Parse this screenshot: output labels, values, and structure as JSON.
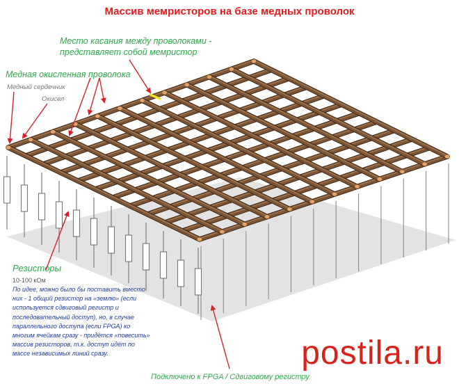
{
  "title": "Массив мемристоров на базе медных проволок",
  "labels": {
    "contact_point": [
      "Место касания между проволоками -",
      "представляет собой мемристор"
    ],
    "copper_wire": "Медная окисленная проволока",
    "copper_core": "Медный сердечник",
    "oxide": "Окисел",
    "resistors": "Резисторы",
    "resistor_value": "10-100 кОм",
    "resistor_note": "По идее, можно было бы поставить вместо них - 1 общий резистор на «землю» (если используется сдвиговый регистр и последовательный доступ), но, в случае параллельного доступа (если FPGA) ко многим ячейкам сразу - придётся «повесить» массив резисторов, т.к. доступ идёт по массе независимых линий сразу.",
    "fpga": "Подключено к FPGA / Сдвиговому регистру"
  },
  "watermark": "postila.ru",
  "colors": {
    "title": "#e8191b",
    "annotation_green": "#2ea84a",
    "annotation_gray": "#777777",
    "note_blue": "#1f3d9b",
    "arrow": "#d6202a",
    "wire_dark": "#4a2f1a",
    "wire_mid": "#7a5434",
    "wire_light": "#a57a52",
    "copper_tip": "#e3a46a",
    "memristor_highlight": "#f2e62a",
    "floor": "#e3e3e3"
  }
}
